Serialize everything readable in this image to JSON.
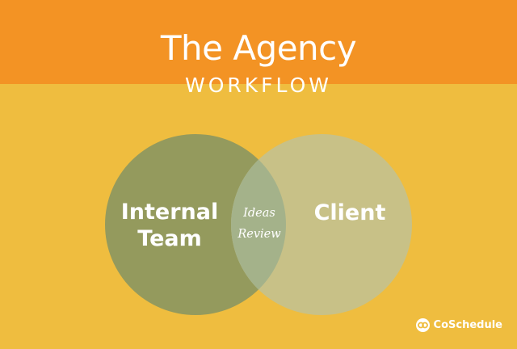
{
  "header": {
    "title": "The Agency",
    "subtitle": "WORKFLOW"
  },
  "venn": {
    "left_label": [
      "Internal",
      "Team"
    ],
    "right_label": "Client",
    "overlap_label": [
      "Ideas",
      "Review"
    ]
  },
  "brand": {
    "name": "CoSchedule",
    "icon": "coschedule-logo-icon"
  },
  "colors": {
    "banner": "#F39324",
    "background": "#EFBD3F",
    "left_circle": "#949A5D",
    "right_circle": "#C8C187",
    "overlap": "#A4B28A",
    "text": "#FFFFFF"
  }
}
